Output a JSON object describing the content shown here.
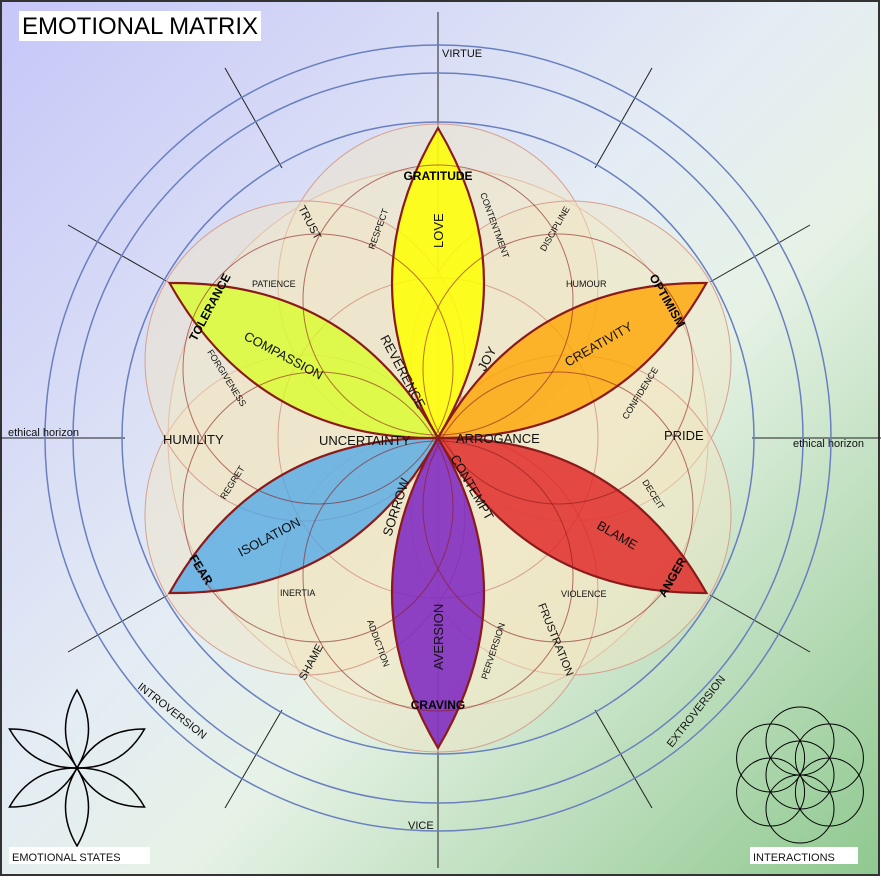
{
  "title": "EMOTIONAL MATRIX",
  "axes": {
    "top": "VIRTUE",
    "bottom": "VICE",
    "left": "ethical horizon",
    "right": "ethical horizon",
    "lower_left": "INTROVERSION",
    "lower_right": "EXTROVERSION"
  },
  "emotional_states": {
    "gratitude": "GRATITUDE",
    "optimism": "OPTIMISM",
    "anger": "ANGER",
    "craving": "CRAVING",
    "fear": "FEAR",
    "tolerance": "TOLERANCE"
  },
  "interactions": {
    "trust": "TRUST",
    "respect": "RESPECT",
    "love": "LOVE",
    "contentment": "CONTENTMENT",
    "discipline": "DISCIPLINE",
    "humour": "HUMOUR",
    "creativity": "CREATIVITY",
    "joy": "JOY",
    "confidence": "CONFIDENCE",
    "pride": "PRIDE",
    "arrogance": "ARROGANCE",
    "deceit": "DECEIT",
    "blame": "BLAME",
    "violence": "VIOLENCE",
    "contempt": "CONTEMPT",
    "frustration": "FRUSTRATION",
    "perversion": "PERVERSION",
    "aversion": "AVERSION",
    "addiction": "ADDICTION",
    "sorrow": "SORROW",
    "shame": "SHAME",
    "inertia": "INERTIA",
    "isolation": "ISOLATION",
    "regret": "REGRET",
    "uncertainty": "UNCERTAINTY",
    "humility": "HUMILITY",
    "forgiveness": "FORGIVENESS",
    "compassion": "COMPASSION",
    "patience": "PATIENCE",
    "reverence": "REVERENCE"
  },
  "legend": {
    "states": "EMOTIONAL STATES",
    "interactions": "INTERACTIONS"
  },
  "colors": {
    "gratitude": "#ffff00",
    "optimism": "#ffa500",
    "anger": "#e02020",
    "craving": "#7b22c0",
    "fear": "#4aa6e8",
    "tolerance": "#d8ff20",
    "outline": "#8b1a1a",
    "ring": "#6a7fc0"
  }
}
